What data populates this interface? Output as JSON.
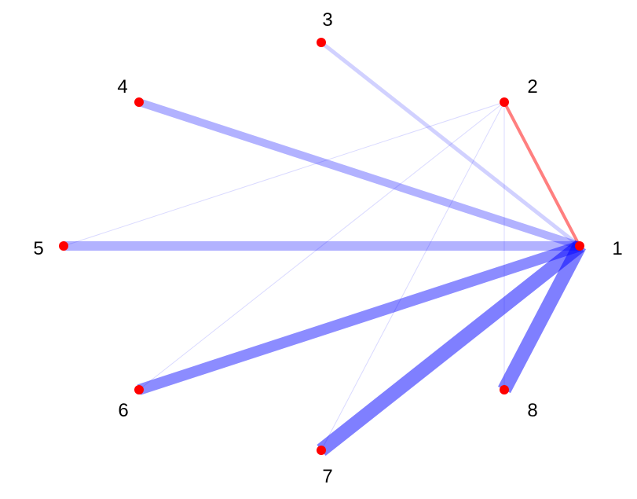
{
  "diagram": {
    "type": "network-graph",
    "node_color": "#ff0000",
    "nodes": [
      {
        "id": "1",
        "label": "1"
      },
      {
        "id": "2",
        "label": "2"
      },
      {
        "id": "3",
        "label": "3"
      },
      {
        "id": "4",
        "label": "4"
      },
      {
        "id": "5",
        "label": "5"
      },
      {
        "id": "6",
        "label": "6"
      },
      {
        "id": "7",
        "label": "7"
      },
      {
        "id": "8",
        "label": "8"
      }
    ],
    "edges": [
      {
        "source": "1",
        "target": "2",
        "weight": 4,
        "color": "#ff0000",
        "opacity": 0.5
      },
      {
        "source": "1",
        "target": "3",
        "weight": 5,
        "color": "#0000ff",
        "opacity": 0.18
      },
      {
        "source": "1",
        "target": "4",
        "weight": 10,
        "color": "#0000ff",
        "opacity": 0.3
      },
      {
        "source": "1",
        "target": "5",
        "weight": 12,
        "color": "#0000ff",
        "opacity": 0.3
      },
      {
        "source": "1",
        "target": "6",
        "weight": 14,
        "color": "#0000ff",
        "opacity": 0.45
      },
      {
        "source": "1",
        "target": "7",
        "weight": 18,
        "color": "#0000ff",
        "opacity": 0.5
      },
      {
        "source": "1",
        "target": "8",
        "weight": 18,
        "color": "#0000ff",
        "opacity": 0.5
      },
      {
        "source": "2",
        "target": "5",
        "weight": 1,
        "color": "#0000ff",
        "opacity": 0.15
      },
      {
        "source": "2",
        "target": "6",
        "weight": 1,
        "color": "#0000ff",
        "opacity": 0.15
      },
      {
        "source": "2",
        "target": "7",
        "weight": 1,
        "color": "#0000ff",
        "opacity": 0.15
      },
      {
        "source": "2",
        "target": "8",
        "weight": 1,
        "color": "#0000ff",
        "opacity": 0.15
      }
    ]
  }
}
